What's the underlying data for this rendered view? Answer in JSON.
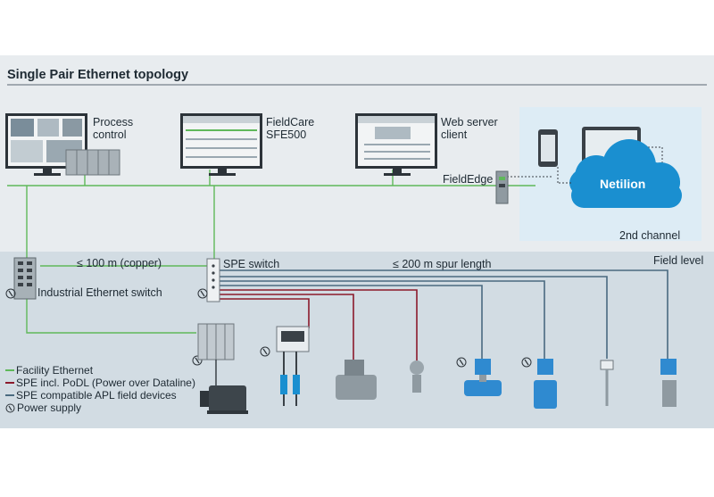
{
  "title": "Single Pair Ethernet topology",
  "labels": {
    "process_control": [
      "Process",
      "control"
    ],
    "fieldcare": [
      "FieldCare",
      "SFE500"
    ],
    "web_server": [
      "Web server",
      "client"
    ],
    "fieldedge": "FieldEdge",
    "netilion": "Netilion",
    "second_channel": "2nd channel",
    "copper": "≤ 100 m (copper)",
    "spe_switch": "SPE switch",
    "spur_length": "≤ 200 m spur length",
    "field_level": "Field level",
    "industrial_switch": "Industrial Ethernet switch"
  },
  "legend": [
    {
      "text": "Facility Ethernet",
      "color": "#5fb85a"
    },
    {
      "text": "SPE incl. PoDL (Power over Dataline)",
      "color": "#8b1a2b"
    },
    {
      "text": "SPE compatible APL field devices",
      "color": "#4a6a80"
    },
    {
      "text": "Power supply",
      "icon": "power-supply-icon"
    }
  ],
  "colors": {
    "facility_ethernet": "#5fb85a",
    "spe_podl": "#8b1a2b",
    "apl_devices": "#4a6a80",
    "upper_band": "#e8ecef",
    "lower_band": "#d2dce3",
    "cloud": "#1a8fd0"
  }
}
